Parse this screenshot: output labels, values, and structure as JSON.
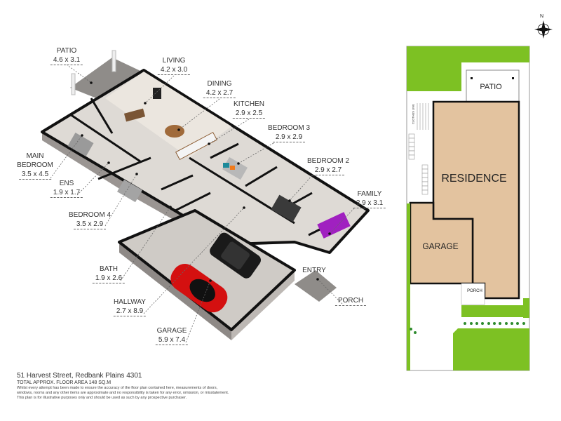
{
  "rooms": [
    {
      "name": "PATIO",
      "dims": "4.6 x 3.1"
    },
    {
      "name": "LIVING",
      "dims": "4.2 x 3.0"
    },
    {
      "name": "DINING",
      "dims": "4.2 x 2.7"
    },
    {
      "name": "KITCHEN",
      "dims": "2.9 x 2.5"
    },
    {
      "name": "BEDROOM 3",
      "dims": "2.9 x 2.9"
    },
    {
      "name": "BEDROOM 2",
      "dims": "2.9 x 2.7"
    },
    {
      "name": "FAMILY",
      "dims": "2.9 x 3.1"
    },
    {
      "name": "MAIN",
      "name2": "BEDROOM",
      "dims": "3.5 x 4.5"
    },
    {
      "name": "ENS",
      "dims": "1.9 x 1.7"
    },
    {
      "name": "BEDROOM 4",
      "dims": "3.5 x 2.9"
    },
    {
      "name": "BATH",
      "dims": "1.9 x 2.6"
    },
    {
      "name": "HALLWAY",
      "dims": "2.7 x 8.9"
    },
    {
      "name": "GARAGE",
      "dims": "5.9 x 7.4"
    },
    {
      "name": "ENTRY"
    },
    {
      "name": "PORCH"
    }
  ],
  "site_plan": {
    "patio": "PATIO",
    "residence": "RESIDENCE",
    "garage": "GARAGE",
    "porch": "PORCH",
    "clothes_line": "CLOTHES LINE",
    "colors": {
      "lawn": "#7dc123",
      "building": "#e3c39f",
      "outline": "#111111"
    }
  },
  "compass": {
    "north": "N"
  },
  "footer": {
    "address": "51 Harvest Street, Redbank Plains 4301",
    "area": "TOTAL APPROX. FLOOR AREA 148 SQ.M",
    "disclaimer": [
      "Whilst every attempt has been made to ensure the accuracy of the floor plan contained here, measurements of doors,",
      "windows, rooms and any other items are approximate and no responsibility is taken for any error, omission, or misstatement.",
      "This plan is for illustrative purposes only and should be used as such by any prospective purchaser."
    ]
  }
}
